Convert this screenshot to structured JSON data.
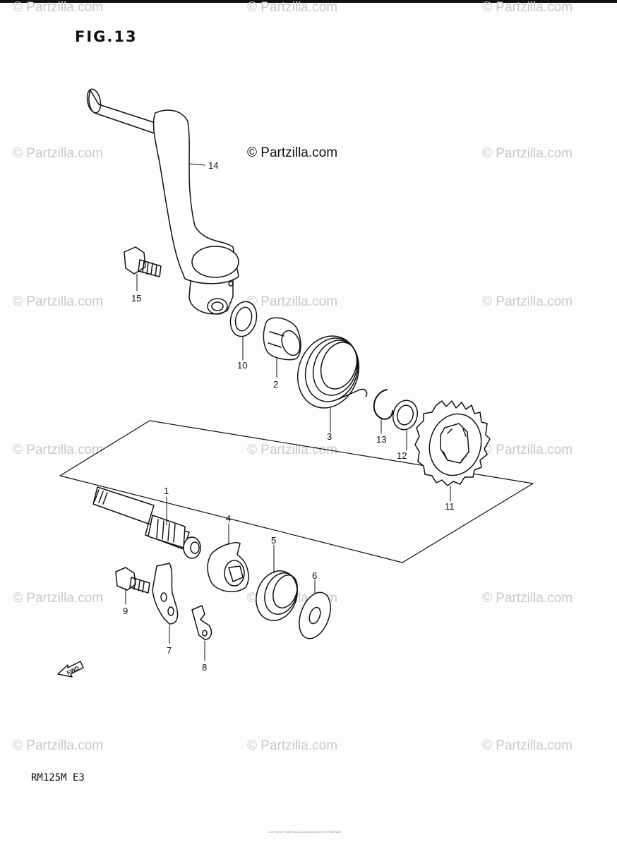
{
  "figure": {
    "title": "FIG.13",
    "model_code": "RM125M E3"
  },
  "copyright": "© Partzilla.com",
  "watermark": "© Partzilla.com",
  "fwd_label": "FWD",
  "footer_text": "COPYRIGHT PARTZILLA.COM ALL RIGHTS RESERVED",
  "parts": {
    "p1": "1",
    "p2": "2",
    "p3": "3",
    "p4": "4",
    "p5": "5",
    "p6": "6",
    "p7": "7",
    "p8": "8",
    "p9": "9",
    "p10": "10",
    "p11": "11",
    "p12": "12",
    "p13": "13",
    "p14": "14",
    "p15": "15"
  }
}
